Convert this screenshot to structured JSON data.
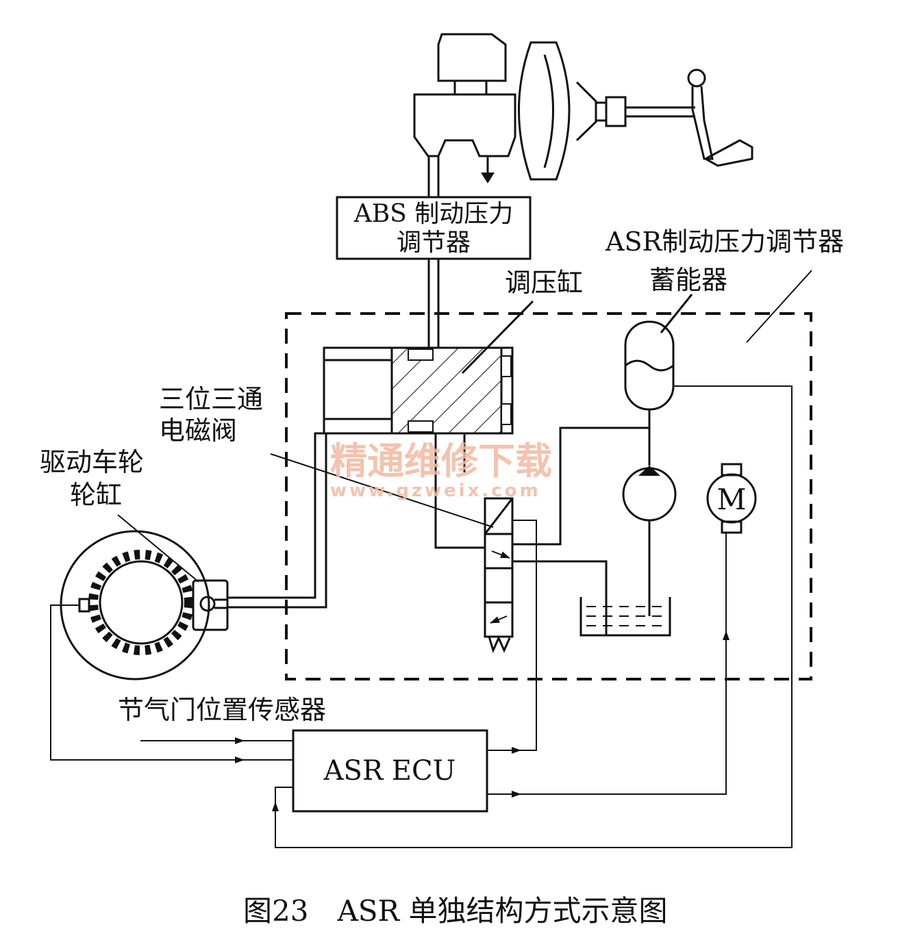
{
  "labels": {
    "abs_line1": "ABS 制动压力",
    "abs_line2": "调节器",
    "asr_regulator": "ASR制动压力调节器",
    "accumulator": "蓄能器",
    "pressure_cylinder": "调压缸",
    "solenoid_line1": "三位三通",
    "solenoid_line2": "电磁阀",
    "wheel_line1": "驱动车轮",
    "wheel_line2": "轮缸",
    "throttle_sensor": "节气门位置传感器",
    "ecu": "ASR ECU",
    "motor": "M",
    "caption": "图23　ASR 单独结构方式示意图"
  },
  "watermark": {
    "line1": "精通维修下载",
    "line2": "www.gzweix.com",
    "color": "#f2b9a0"
  },
  "colors": {
    "ink": "#111111",
    "background": "#ffffff"
  }
}
